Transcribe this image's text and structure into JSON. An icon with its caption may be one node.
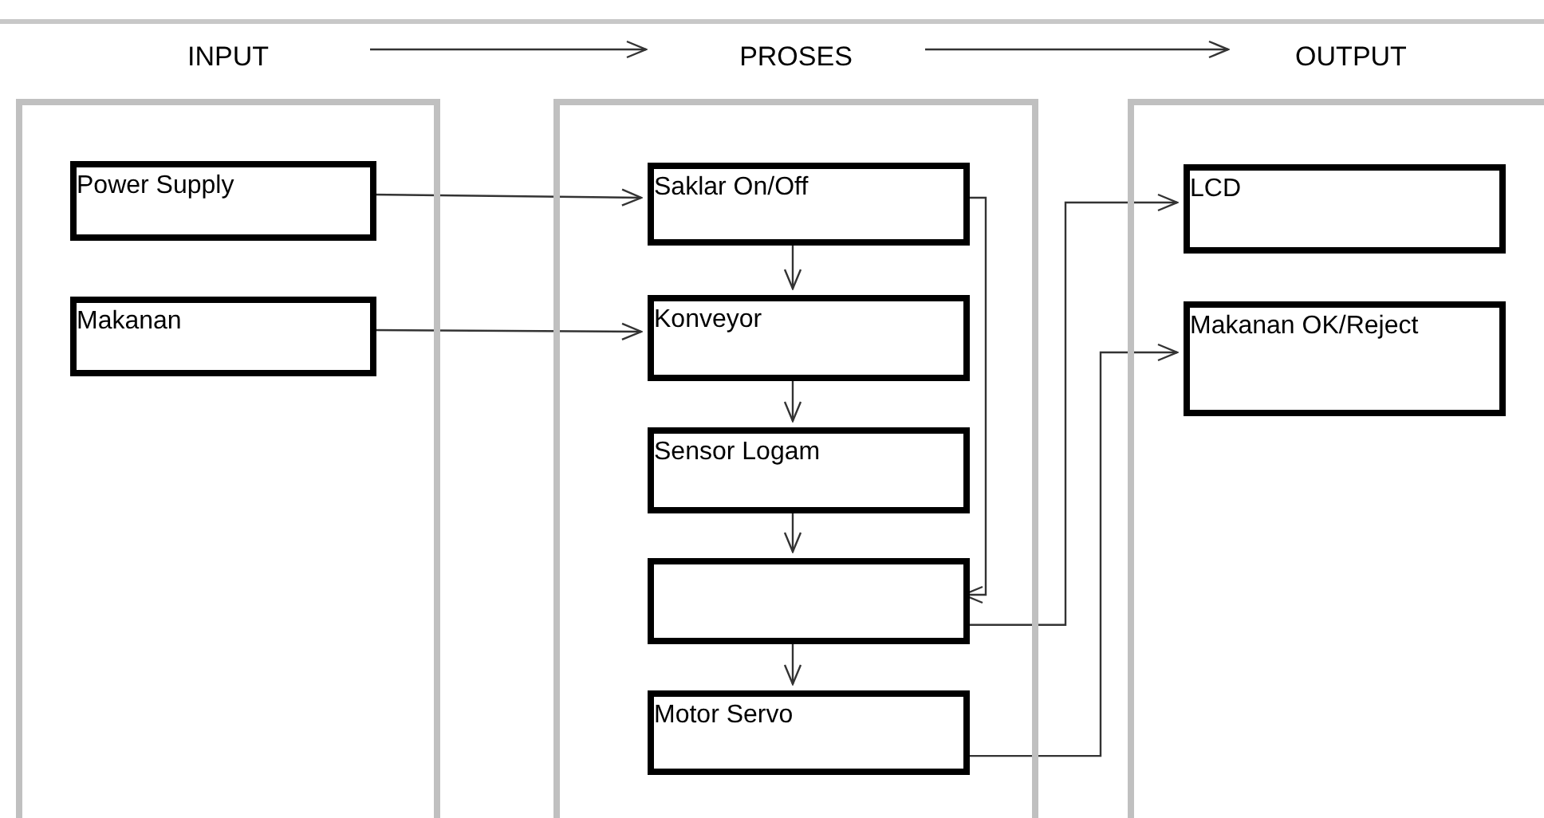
{
  "diagram": {
    "nodes": [
      {
        "text": [
          "INPUT"
        ]
      },
      {
        "text": [
          "PROSES"
        ]
      },
      {
        "text": [
          "OUTPUT"
        ]
      },
      {
        "text": [
          "Power Supply"
        ],
        "in": 0
      },
      {
        "text": [
          "Makanan"
        ],
        "in": 0
      },
      {
        "text": [
          "Saklar On/Off"
        ],
        "in": 1
      },
      {
        "text": [
          "Konveyor"
        ],
        "in": 1
      },
      {
        "text": [
          "Sensor Logam"
        ],
        "in": 1
      },
      {
        "text": [],
        "shape": "box",
        "in": 1
      },
      {
        "text": [
          "Motor Servo"
        ],
        "in": 1
      },
      {
        "text": [
          "LCD"
        ],
        "in": 2
      },
      {
        "text": [
          "Makanan OK/Reject"
        ],
        "in": 2
      }
    ],
    "edges": [
      {
        "from": 0,
        "to": 1,
        "arrow": "to"
      },
      {
        "from": 1,
        "to": 2,
        "arrow": "to"
      },
      {
        "from": 3,
        "to": 5,
        "arrow": "to"
      },
      {
        "from": 4,
        "to": 6,
        "arrow": "to"
      },
      {
        "from": 5,
        "to": 6,
        "arrow": "to"
      },
      {
        "from": 6,
        "to": 7,
        "arrow": "to"
      },
      {
        "from": 7,
        "to": 8,
        "arrow": "to"
      },
      {
        "from": 8,
        "to": 9,
        "arrow": "to"
      },
      {
        "from": 5,
        "to": 8,
        "arrow": "to"
      },
      {
        "from": 8,
        "to": 10,
        "arrow": "to"
      },
      {
        "from": 9,
        "to": 11,
        "arrow": "to"
      }
    ]
  }
}
